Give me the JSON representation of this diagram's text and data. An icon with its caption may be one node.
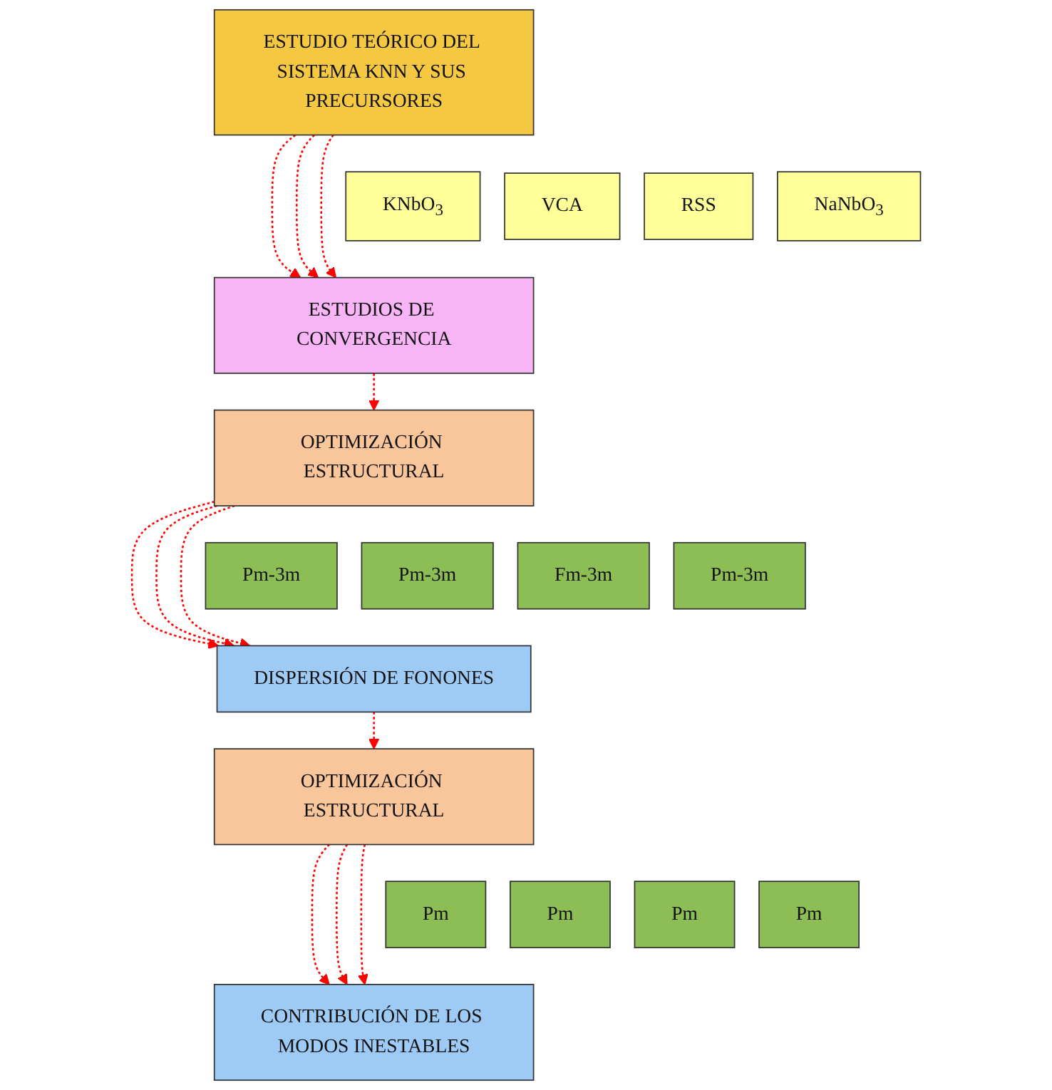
{
  "diagram": {
    "nodes": [
      {
        "text": [
          "ESTUDIO TEÓRICO DEL SISTEMA KNN Y SUS PRECURSORES"
        ]
      },
      {
        "text": [
          "KNbO$_{3}$"
        ]
      },
      {
        "text": [
          "VCA"
        ]
      },
      {
        "text": [
          "RSS"
        ]
      },
      {
        "text": [
          "NaNbO$_{3}$"
        ]
      },
      {
        "text": [
          "ESTUDIOS DE CONVERGENCIA"
        ]
      },
      {
        "text": [
          "OPTIMIZACIÓN ESTRUCTURAL"
        ]
      },
      {
        "text": [
          "Pm-3m"
        ]
      },
      {
        "text": [
          "Pm-3m"
        ]
      },
      {
        "text": [
          "Fm-3m"
        ]
      },
      {
        "text": [
          "Pm-3m"
        ]
      },
      {
        "text": [
          "DISPERSIÓN DE FONONES"
        ]
      },
      {
        "text": [
          "OPTIMIZACIÓN ESTRUCTURAL"
        ]
      },
      {
        "text": [
          "Pm"
        ]
      },
      {
        "text": [
          "Pm"
        ]
      },
      {
        "text": [
          "Pm"
        ]
      },
      {
        "text": [
          "Pm"
        ]
      },
      {
        "text": [
          "CONTRIBUCIÓN DE LOS MODOS INESTABLES"
        ]
      }
    ],
    "edges": [
      {
        "from": 0,
        "to": 5,
        "arrow": "to",
        "style": "dashed",
        "color": "#ff0000"
      },
      {
        "from": 0,
        "to": 5,
        "arrow": "to",
        "style": "dashed",
        "color": "#ff0000"
      },
      {
        "from": 0,
        "to": 5,
        "arrow": "to",
        "style": "dashed",
        "color": "#ff0000"
      },
      {
        "from": 5,
        "to": 6,
        "arrow": "to",
        "style": "dashed",
        "color": "#ff0000"
      },
      {
        "from": 6,
        "to": 11,
        "arrow": "to",
        "style": "dashed",
        "color": "#ff0000"
      },
      {
        "from": 6,
        "to": 11,
        "arrow": "to",
        "style": "dashed",
        "color": "#ff0000"
      },
      {
        "from": 6,
        "to": 11,
        "arrow": "to",
        "style": "dashed",
        "color": "#ff0000"
      },
      {
        "from": 11,
        "to": 12,
        "arrow": "to",
        "style": "dashed",
        "color": "#ff0000"
      },
      {
        "from": 12,
        "to": 17,
        "arrow": "to",
        "style": "dashed",
        "color": "#ff0000"
      },
      {
        "from": 12,
        "to": 17,
        "arrow": "to",
        "style": "dashed",
        "color": "#ff0000"
      },
      {
        "from": 12,
        "to": 17,
        "arrow": "to",
        "style": "dashed",
        "color": "#ff0000"
      }
    ]
  }
}
